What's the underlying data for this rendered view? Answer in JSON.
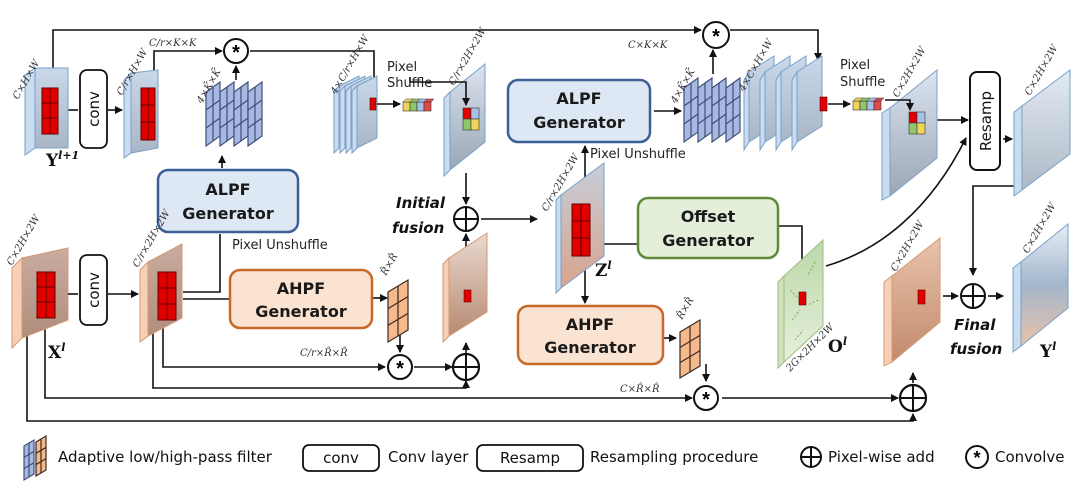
{
  "diagram": {
    "generators": {
      "alpf_left": {
        "line1": "ALPF",
        "line2": "Generator"
      },
      "alpf_right": {
        "line1": "ALPF",
        "line2": "Generator"
      },
      "ahpf_left": {
        "line1": "AHPF",
        "line2": "Generator"
      },
      "ahpf_right": {
        "line1": "AHPF",
        "line2": "Generator"
      },
      "offset": {
        "line1": "Offset",
        "line2": "Generator"
      }
    },
    "ops": {
      "conv": "conv",
      "resamp": "Resamp",
      "pixel_shuffle_1": "Pixel",
      "pixel_shuffle_2": "Shuffle",
      "pixel_unshuffle": "Pixel Unshuffle",
      "initial_fusion_1": "Initial",
      "initial_fusion_2": "fusion",
      "final_fusion_1": "Final",
      "final_fusion_2": "fusion",
      "convolve_symbol": "*",
      "add_symbol": "⊕"
    },
    "dims": {
      "y_in": "C×H×W",
      "y_conv": "C/r×H×W",
      "ckk_left": "C/r×K×K",
      "filter_4kk_left": "4×K̄×K̄",
      "stack_left": "4×C/r×H×W",
      "shuffled_left": "C/r×2H×2W",
      "ckk_top": "C×K×K",
      "filter_4kk_right": "4×K̄×K̄",
      "stack_right": "4×C×H×W",
      "shuffled_right": "C×2H×2W",
      "resamp_out": "C×2H×2W",
      "x_in": "C×2H×2W",
      "x_conv": "C/r×2H×2W",
      "filter_rr_left": "R̂×R̂",
      "conv_rr_left": "C/r×R̂×R̂",
      "z": "C/r×2H×2W",
      "filter_rr_right": "R̂×R̂",
      "conv_rr_right": "C×R̂×R̂",
      "offset": "2G×2H×2W",
      "final_feature": "C×2H×2W",
      "y_out": "C×2H×2W"
    },
    "variables": {
      "y_next": "Y",
      "y_next_sup": "l+1",
      "x": "X",
      "x_sup": "l",
      "z": "Z",
      "z_sup": "l",
      "o": "O",
      "o_sup": "l",
      "y_out": "Y",
      "y_out_sup": "l"
    }
  },
  "legend": {
    "filter": "Adaptive low/high-pass filter",
    "conv_box": "conv",
    "conv_desc": "Conv layer",
    "resamp_box": "Resamp",
    "resamp_desc": "Resampling procedure",
    "add_desc": "Pixel-wise add",
    "convolve_desc": "Convolve"
  },
  "colors": {
    "blue_fill": "#dce8f5",
    "blue_stroke": "#3c5f94",
    "orange_fill": "#fbe3d2",
    "orange_stroke": "#c7692b",
    "green_fill": "#e3efd9",
    "green_stroke": "#5d8a3b",
    "red": "#e00000"
  }
}
